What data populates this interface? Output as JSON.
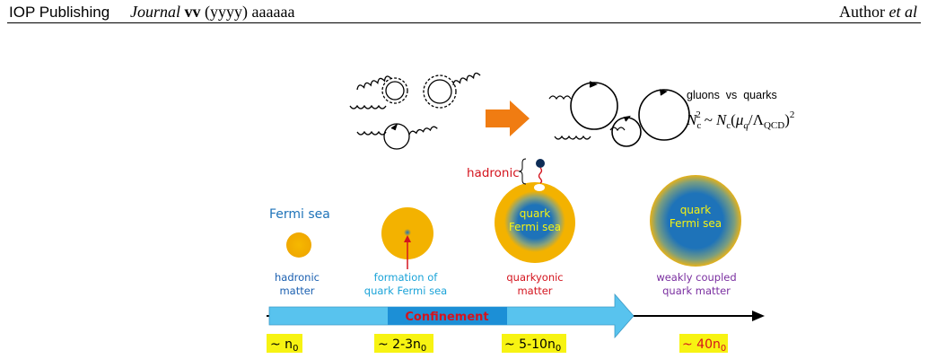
{
  "header": {
    "publisher": "IOP Publishing",
    "journal": "Journal",
    "volume": "vv",
    "year": "(yyyy)",
    "article": "aaaaaa",
    "author": "Author",
    "et_al": "et al"
  },
  "figure": {
    "legend_title": "gluons  vs  quarks",
    "formula": {
      "lhs_base": "N",
      "lhs_sub": "c",
      "lhs_sup": "2",
      "relation": "~",
      "rhs_base": "N",
      "rhs_sub": "c",
      "open": "(",
      "mu": "μ",
      "mu_sub": "q",
      "slash": "/",
      "lambda": "Λ",
      "lambda_sub": "QCD",
      "close": ")",
      "exp": "2"
    },
    "fermi_sea_label": "Fermi sea",
    "hadronic_bracket_label": "hadronic",
    "quark_fermi_sea_mid": [
      "quark",
      "Fermi sea"
    ],
    "quark_fermi_sea_large": [
      "quark",
      "Fermi sea"
    ],
    "stages": [
      {
        "lines": [
          "hadronic",
          "matter"
        ],
        "color": "#1a5fb0"
      },
      {
        "lines": [
          "formation of",
          "quark Fermi sea"
        ],
        "color": "#1aa3d8"
      },
      {
        "lines": [
          "quarkyonic",
          "matter"
        ],
        "color": "#d4141e"
      },
      {
        "lines": [
          "weakly coupled",
          "quark matter"
        ],
        "color": "#7a2fa0"
      }
    ],
    "confinement_label": "Confinement",
    "densities": [
      {
        "prefix": "~ n",
        "sub": "0",
        "color": "#000000"
      },
      {
        "prefix": "~ 2-3n",
        "sub": "0",
        "color": "#000000"
      },
      {
        "prefix": "~ 5-10n",
        "sub": "0",
        "color": "#000000"
      },
      {
        "prefix": "~ 40n",
        "sub": "0",
        "color": "#d4141e"
      }
    ],
    "colors": {
      "orange": "#f3b200",
      "blue": "#1e73b9",
      "cyan_bar": "#58c3ee",
      "confinement_bg": "#1c8fd6",
      "confinement_text": "#d4141e",
      "density_bg": "#f7f312",
      "arrow_orange": "#f07c12"
    }
  }
}
